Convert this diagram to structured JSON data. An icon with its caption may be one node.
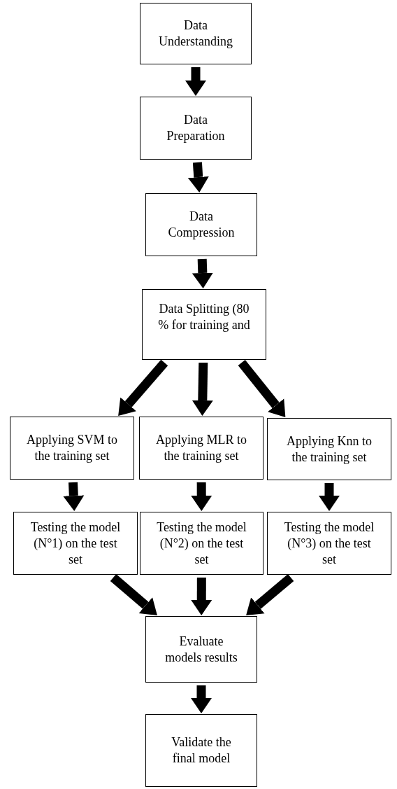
{
  "diagram": {
    "nodes": [
      {
        "text": [
          "Data Understanding"
        ]
      },
      {
        "text": [
          "Data Preparation"
        ]
      },
      {
        "text": [
          "Data Compression"
        ]
      },
      {
        "text": [
          "Data Splitting (80 % for training and"
        ]
      },
      {
        "text": [
          "Applying SVM to the training set"
        ]
      },
      {
        "text": [
          "Applying MLR to the training set"
        ]
      },
      {
        "text": [
          "Applying Knn to the training set"
        ]
      },
      {
        "text": [
          "Testing the model (N°1) on the test set"
        ]
      },
      {
        "text": [
          "Testing the model (N°2) on the test set"
        ]
      },
      {
        "text": [
          "Testing the model (N°3) on the test set"
        ]
      },
      {
        "text": [
          "Evaluate models results"
        ]
      },
      {
        "text": [
          "Validate the final model"
        ]
      }
    ],
    "edges": [
      {
        "from": 0,
        "to": 1,
        "arrow": "to"
      },
      {
        "from": 1,
        "to": 2,
        "arrow": "to"
      },
      {
        "from": 2,
        "to": 3,
        "arrow": "to"
      },
      {
        "from": 3,
        "to": 4,
        "arrow": "to"
      },
      {
        "from": 3,
        "to": 5,
        "arrow": "to"
      },
      {
        "from": 3,
        "to": 6,
        "arrow": "to"
      },
      {
        "from": 4,
        "to": 7,
        "arrow": "to"
      },
      {
        "from": 5,
        "to": 8,
        "arrow": "to"
      },
      {
        "from": 6,
        "to": 9,
        "arrow": "to"
      },
      {
        "from": 7,
        "to": 10,
        "arrow": "to"
      },
      {
        "from": 8,
        "to": 10,
        "arrow": "to"
      },
      {
        "from": 9,
        "to": 10,
        "arrow": "to"
      },
      {
        "from": 10,
        "to": 11,
        "arrow": "to"
      }
    ]
  }
}
